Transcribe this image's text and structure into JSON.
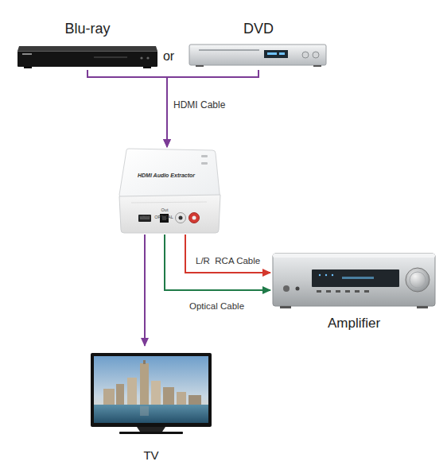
{
  "diagram": {
    "nodes": [
      {
        "text": [
          "Blu-ray"
        ]
      },
      {
        "text": [
          "DVD"
        ]
      },
      {
        "text": [
          "HDMI Audio Extractor",
          "HDMI",
          "Out",
          "OPTICAL"
        ]
      },
      {
        "text": [
          "Amplifier"
        ]
      },
      {
        "text": [
          "TV"
        ]
      }
    ],
    "edges": [
      {
        "from": 0,
        "to": 2,
        "arrow": "to",
        "label": "HDMI Cable"
      },
      {
        "from": 1,
        "to": 2,
        "arrow": "to"
      },
      {
        "from": 2,
        "to": 3,
        "arrow": "to",
        "label": "L/R  RCA Cable"
      },
      {
        "from": 2,
        "to": 3,
        "arrow": "to",
        "label": "Optical Cable"
      },
      {
        "from": 2,
        "to": 4,
        "arrow": "to"
      }
    ],
    "labels": [
      "or"
    ]
  }
}
